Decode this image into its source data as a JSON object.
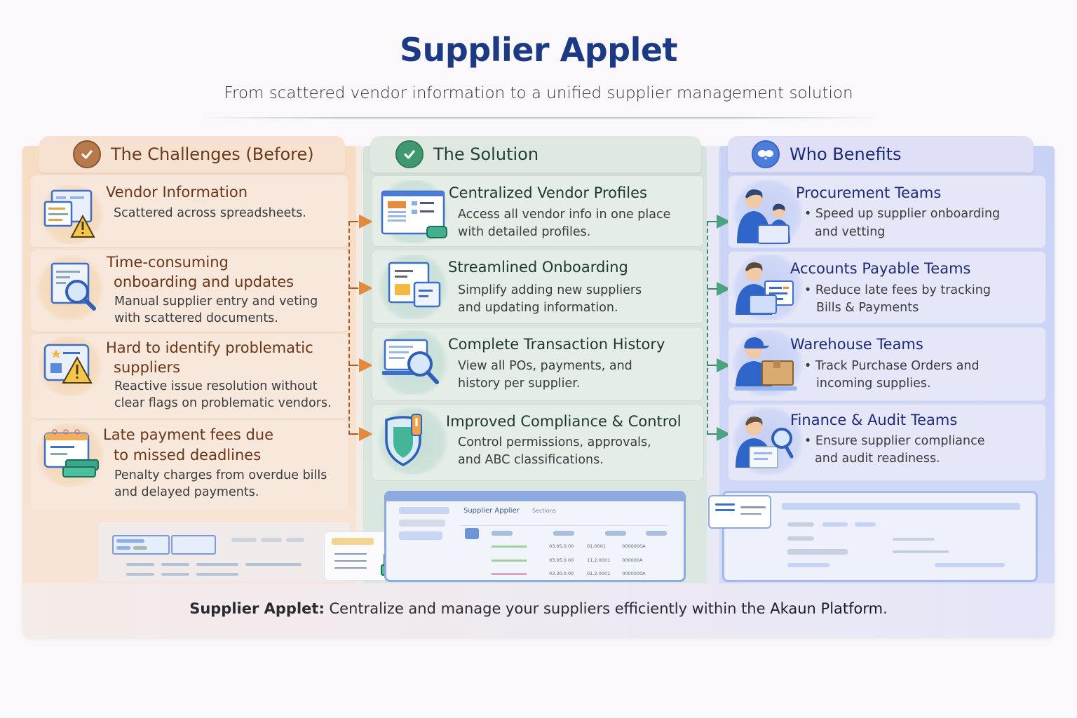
{
  "header": {
    "title": "Supplier Applet",
    "subtitle": "From scattered vendor information to a unified supplier management solution"
  },
  "colors": {
    "title": "#1c3a84",
    "challenges_accent": "#b87a4c",
    "solution_accent": "#3f9870",
    "benefits_accent": "#4d7ddb",
    "challenges_arrow": "#e38a3d",
    "solution_arrow": "#4aa37e"
  },
  "challenges": {
    "heading": "The Challenges",
    "heading_suffix": "(Before)",
    "icon": "check-circle-icon",
    "items": [
      {
        "title": "Vendor Information",
        "desc": "Scattered across spreadsheets.",
        "icon": "spreadsheet-warning-icon"
      },
      {
        "title_l1": "Time-consuming",
        "title_l2": "onboarding and updates",
        "desc_l1": "Manual supplier entry and veting",
        "desc_l2": "with scattered documents.",
        "icon": "document-search-icon"
      },
      {
        "title_l1": "Hard to identify problematic",
        "title_l2": "suppliers",
        "desc_l1": "Reactive issue resolution without",
        "desc_l2": "clear flags on problematic vendors.",
        "icon": "card-warning-icon"
      },
      {
        "title_l1": "Late payment fees due",
        "title_l2": "to missed deadlines",
        "desc_l1": "Penalty charges from overdue bills",
        "desc_l2": "and delayed payments.",
        "icon": "calendar-money-icon"
      }
    ]
  },
  "solution": {
    "heading": "The Solution",
    "icon": "check-circle-icon",
    "items": [
      {
        "title": "Centralized Vendor Profiles",
        "desc_l1": "Access all vendor info in one place",
        "desc_l2": "with detailed profiles.",
        "icon": "profile-window-icon"
      },
      {
        "title": "Streamlined Onboarding",
        "desc_l1": "Simplify adding new suppliers",
        "desc_l2": "and updating information.",
        "icon": "onboarding-folder-icon"
      },
      {
        "title": "Complete Transaction History",
        "desc_l1": "View all POs, payments, and",
        "desc_l2": "history per supplier.",
        "icon": "monitor-search-icon"
      },
      {
        "title": "Improved Compliance & Control",
        "desc_l1": "Control permissions, approvals,",
        "desc_l2": "and ABC classifications.",
        "icon": "shield-icon"
      }
    ]
  },
  "benefits": {
    "heading": "Who Benefits",
    "icon": "people-chat-icon",
    "items": [
      {
        "title": "Procurement Teams",
        "desc_l1": "Speed up supplier onboarding",
        "desc_l2": "and vetting",
        "icon": "procurement-team-icon"
      },
      {
        "title": "Accounts Payable Teams",
        "desc_l1": "Reduce late fees by tracking",
        "desc_l2": "Bills & Payments",
        "icon": "accounts-payable-icon"
      },
      {
        "title": "Warehouse Teams",
        "desc_l1": "Track Purchase Orders and",
        "desc_l2": "incoming supplies.",
        "icon": "warehouse-worker-icon"
      },
      {
        "title": "Finance & Audit Teams",
        "desc_l1": "Ensure supplier compliance",
        "desc_l2": "and audit readiness.",
        "icon": "auditor-icon"
      }
    ]
  },
  "mock_screen": {
    "app_title": "Supplier Applier",
    "tab": "Sections",
    "rows": [
      {
        "c1": "03.05.0.00",
        "c2": "01.0001",
        "c3": "0000000A"
      },
      {
        "c1": "03.05.0.00",
        "c2": "11.2.0001",
        "c3": "000000A"
      },
      {
        "c1": "03.30.0.00",
        "c2": "01.2.0001",
        "c3": "0000000A"
      }
    ]
  },
  "footer": {
    "lead": "Supplier Applet:",
    "middle": " Centralize and manage your suppliers efficiently within the ",
    "brand": "Akaun Platform",
    "end": "."
  }
}
